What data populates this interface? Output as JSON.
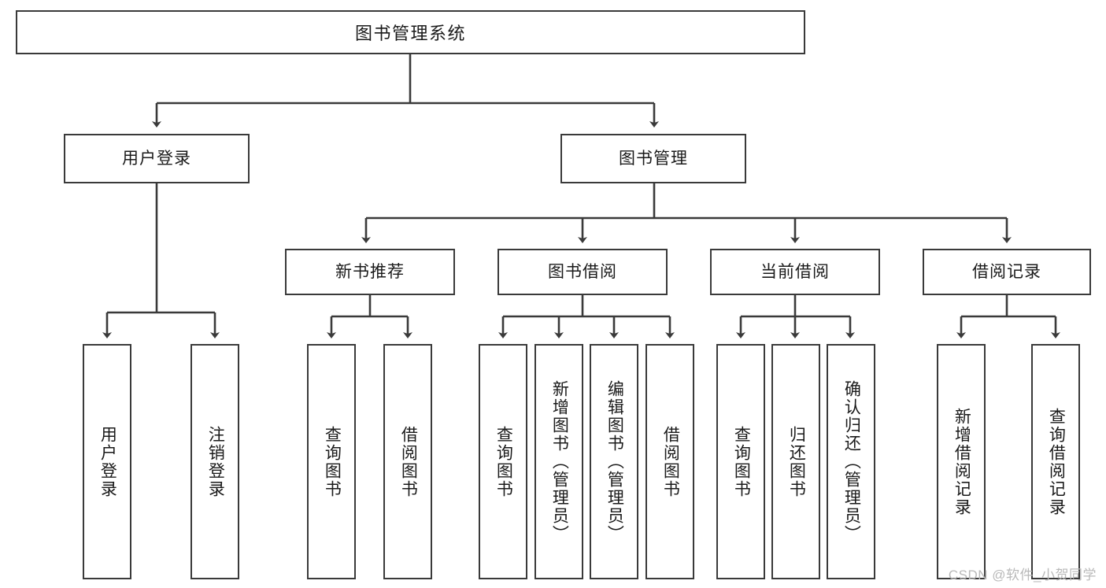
{
  "diagram": {
    "title": "图书管理系统",
    "type": "tree-hierarchy-diagram",
    "orientation": "top-down",
    "colors": {
      "box_border": "#3a3a3a",
      "box_fill": "#ffffff",
      "edge": "#3a3a3a",
      "text": "#1a1a1a",
      "watermark": "#b9b9b9"
    }
  },
  "nodes": {
    "root": {
      "label": "图书管理系统"
    },
    "level2": [
      {
        "id": "user-login",
        "label": "用户登录"
      },
      {
        "id": "book-management",
        "label": "图书管理"
      }
    ],
    "level3": [
      {
        "id": "new-book-recommend",
        "label": "新书推荐"
      },
      {
        "id": "book-borrow",
        "label": "图书借阅"
      },
      {
        "id": "current-borrow",
        "label": "当前借阅"
      },
      {
        "id": "borrow-record",
        "label": "借阅记录"
      }
    ],
    "leaves": {
      "user_login": [
        {
          "id": "leaf-user-login",
          "label": "用户登录"
        },
        {
          "id": "leaf-logout-login",
          "label": "注销登录"
        }
      ],
      "new_book_recommend": [
        {
          "id": "leaf-query-book-1",
          "label": "查询图书"
        },
        {
          "id": "leaf-borrow-book-1",
          "label": "借阅图书"
        }
      ],
      "book_borrow": [
        {
          "id": "leaf-query-book-2",
          "label": "查询图书"
        },
        {
          "id": "leaf-add-book-admin",
          "label": "新增图书（管理员）"
        },
        {
          "id": "leaf-edit-book-admin",
          "label": "编辑图书（管理员）"
        },
        {
          "id": "leaf-borrow-book-2",
          "label": "借阅图书"
        }
      ],
      "current_borrow": [
        {
          "id": "leaf-query-book-3",
          "label": "查询图书"
        },
        {
          "id": "leaf-return-book",
          "label": "归还图书"
        },
        {
          "id": "leaf-confirm-return-admin",
          "label": "确认归还（管理员）"
        }
      ],
      "borrow_record": [
        {
          "id": "leaf-add-borrow-record",
          "label": "新增借阅记录"
        },
        {
          "id": "leaf-query-borrow-record",
          "label": "查询借阅记录"
        }
      ]
    }
  },
  "watermark": {
    "text": "CSDN @软件_小贺同学"
  }
}
